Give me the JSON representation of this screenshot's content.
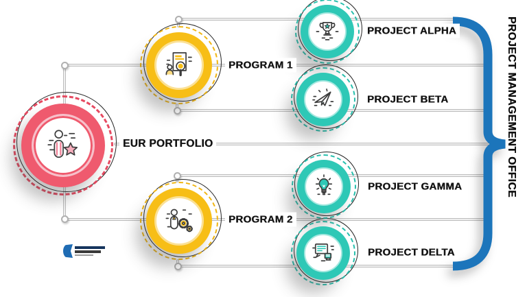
{
  "diagram": {
    "brace_label": "PROJECT MANAGEMENT OFFICE",
    "portfolio": {
      "label": "EUR PORTFOLIO",
      "icon": "person-star-icon"
    },
    "programs": [
      {
        "label": "PROGRAM 1",
        "icon": "document-search-icon"
      },
      {
        "label": "PROGRAM 2",
        "icon": "person-gears-icon"
      }
    ],
    "projects": [
      {
        "label": "PROJECT ALPHA",
        "icon": "trophy-icon"
      },
      {
        "label": "PROJECT BETA",
        "icon": "paper-plane-icon"
      },
      {
        "label": "PROJECT GAMMA",
        "icon": "lightbulb-icon"
      },
      {
        "label": "PROJECT DELTA",
        "icon": "chat-screens-icon"
      }
    ],
    "colors": {
      "portfolio_pink": "#EF5A6E",
      "program_yellow": "#F7BE16",
      "project_teal": "#2EC8B6",
      "brace_blue": "#1C75BB",
      "connector_gray": "#D9D9D9",
      "text_black": "#141414"
    }
  }
}
